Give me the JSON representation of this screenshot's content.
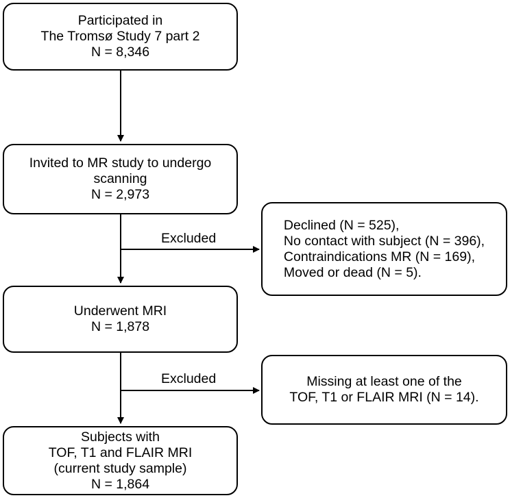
{
  "flowchart": {
    "nodes": {
      "participated": {
        "lines": [
          "Participated in",
          "The Tromsø Study 7 part 2",
          "N = 8,346"
        ]
      },
      "invited": {
        "lines": [
          "Invited to MR study to undergo",
          "scanning",
          "N = 2,973"
        ]
      },
      "excluded_first": {
        "lines": [
          "Declined (N = 525),",
          "No contact with subject (N = 396),",
          "Contraindications MR (N = 169),",
          "Moved or dead (N = 5)."
        ]
      },
      "underwent": {
        "lines": [
          "Underwent MRI",
          "N = 1,878"
        ]
      },
      "excluded_second": {
        "lines": [
          "Missing at least one of the",
          "TOF, T1 or FLAIR MRI (N = 14)."
        ]
      },
      "final": {
        "lines": [
          "Subjects with",
          "TOF, T1 and FLAIR MRI",
          "(current study sample)",
          "N = 1,864"
        ]
      }
    },
    "edges": {
      "excluded_label_1": "Excluded",
      "excluded_label_2": "Excluded"
    }
  }
}
